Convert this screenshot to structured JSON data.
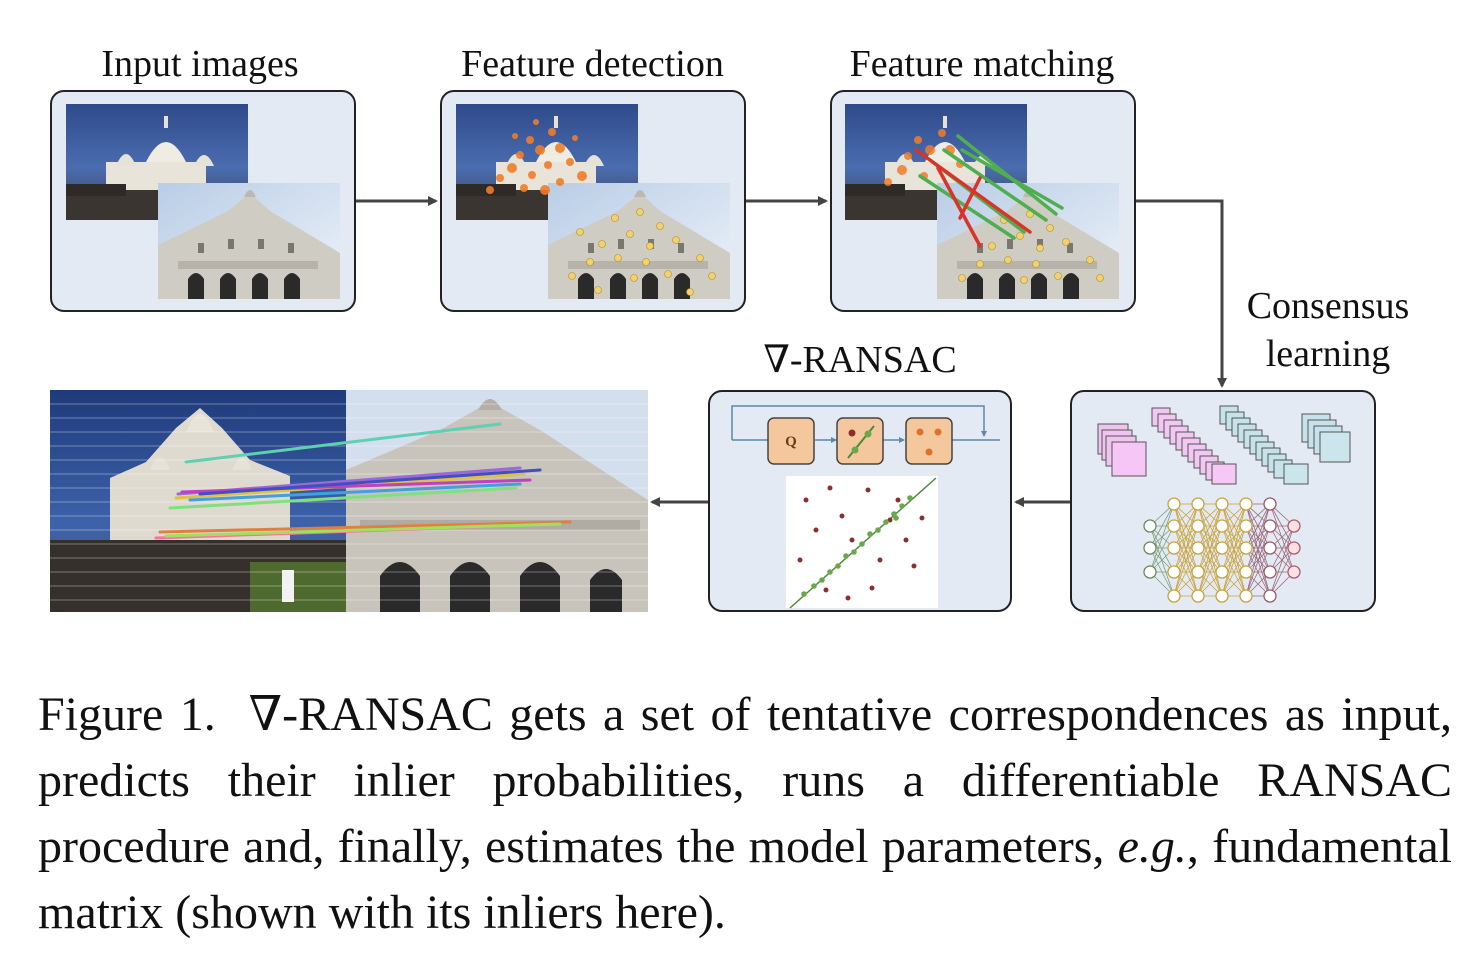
{
  "stages": {
    "input_images": "Input images",
    "feature_detection": "Feature detection",
    "feature_matching": "Feature matching",
    "consensus_learning": [
      "Consensus",
      "learning"
    ],
    "nabla_ransac": "∇-RANSAC"
  },
  "ransac_box": {
    "q_label": "Q"
  },
  "caption": {
    "figure_num": "Figure 1.",
    "text_1": "∇-RANSAC gets a set of tentative correspondences as input, predicts their inlier probabilities, runs a differentiable RANSAC procedure and, finally, estimates the model parameters,",
    "eg": "e.g.",
    "text_2": ", fundamental matrix (shown with its inliers here)."
  },
  "colors": {
    "panel_bg": "#e4eaf4",
    "arrow": "#444444",
    "keypoint": "#f2d36b",
    "detection": "#f07d2a",
    "match_good": "#4fae4f",
    "match_bad": "#d9332a",
    "sampler_box": "#f4c89c",
    "inlier": "#6aa84f",
    "outlier": "#8b2e2e"
  },
  "icons": [
    "arrow-right-icon",
    "arrow-left-icon",
    "arrow-down-icon",
    "quality-box-icon",
    "line-fit-box-icon",
    "dice-icon",
    "cnn-layers-icon",
    "mlp-icon"
  ]
}
